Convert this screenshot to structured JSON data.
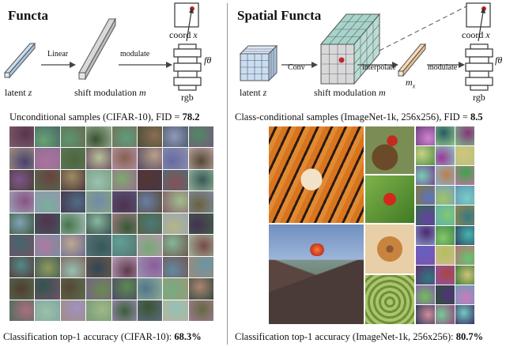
{
  "left": {
    "title": "Functa",
    "labels": {
      "latent": "latent",
      "latent_var": "z",
      "linear": "Linear",
      "shift": "shift modulation",
      "shift_var": "m",
      "modulate": "modulate",
      "coord": "coord",
      "coord_var": "x",
      "f_theta": "fθ",
      "rgb": "rgb"
    },
    "samples_caption_prefix": "Unconditional samples (CIFAR-10), FID = ",
    "samples_fid": "78.2",
    "accuracy_caption_prefix": "Classification top-1 accuracy (CIFAR-10): ",
    "accuracy_value": "68.3%"
  },
  "right": {
    "title": "Spatial Functa",
    "labels": {
      "latent": "latent",
      "latent_var": "z",
      "conv": "Conv",
      "shift": "shift modulation",
      "shift_var": "m",
      "interpolate": "interpolate",
      "mx": "m",
      "mx_sub": "x",
      "modulate": "modulate",
      "coord": "coord",
      "coord_var": "x",
      "f_theta": "fθ",
      "rgb": "rgb"
    },
    "samples_caption_prefix": "Class-conditional samples (ImageNet-1k, 256x256), FID = ",
    "samples_fid": "8.5",
    "accuracy_caption_prefix": "Classification top-1 accuracy (ImageNet-1k, 256x256): ",
    "accuracy_value": "80.7%"
  },
  "colors": {
    "latent_blue": "#c9def0",
    "shift_gray": "#d8d8d8",
    "grid_teal": "#a6d4c8",
    "mx_orange": "#f6d9b8",
    "red_dot": "#c0282d"
  }
}
